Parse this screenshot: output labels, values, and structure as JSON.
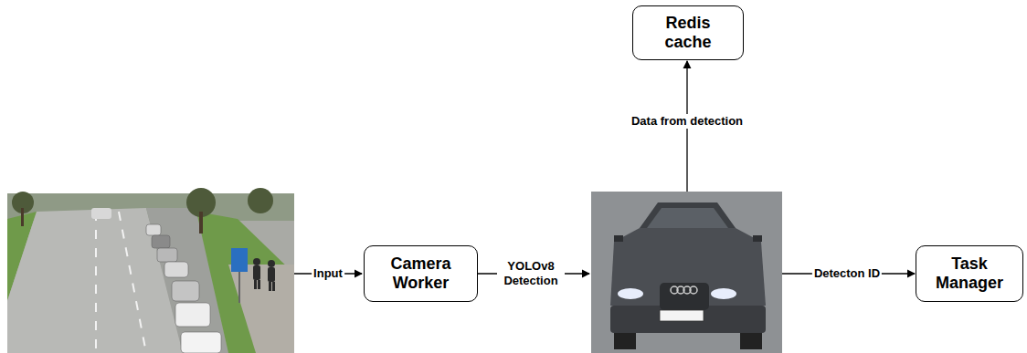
{
  "diagram": {
    "nodes": [
      {
        "text": [
          "Camera Worker"
        ]
      },
      {
        "text": [
          "Redis cache"
        ]
      },
      {
        "text": [
          "Task Manager"
        ]
      }
    ],
    "labels": [
      "Input",
      "YOLOv8 Detection",
      "Data from detection",
      "Detecton ID"
    ]
  }
}
